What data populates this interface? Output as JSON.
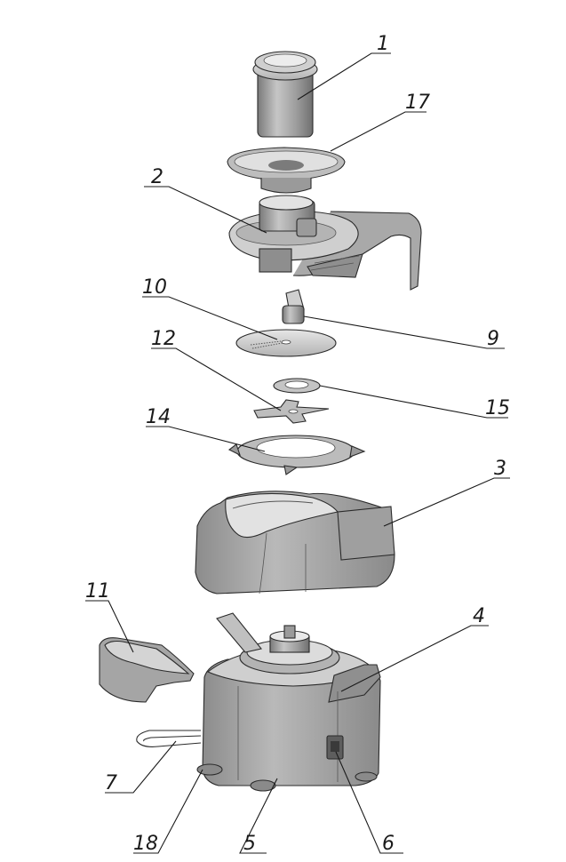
{
  "diagram": {
    "part_numbers": {
      "p1": "1",
      "p17": "17",
      "p2": "2",
      "p10": "10",
      "p9": "9",
      "p12": "12",
      "p15": "15",
      "p14": "14",
      "p3": "3",
      "p11": "11",
      "p4": "4",
      "p7": "7",
      "p18": "18",
      "p5": "5",
      "p6": "6"
    }
  }
}
